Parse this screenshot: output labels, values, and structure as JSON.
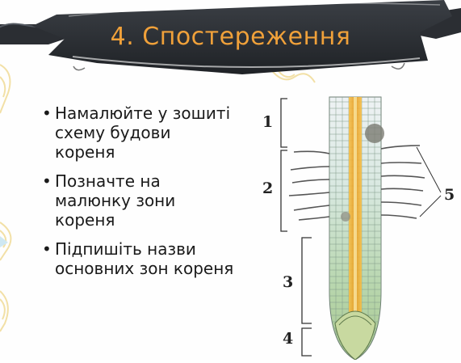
{
  "slide": {
    "title": "4. Спостереження",
    "bullets": [
      "Намалюйте у зошиті схему будови кореня",
      "Позначте на малюнку зони кореня",
      "Підпишіть назви основних зон кореня"
    ]
  },
  "figure": {
    "zone_labels": [
      "1",
      "2",
      "3",
      "4",
      "5"
    ]
  },
  "colors": {
    "title": "#f0a13a",
    "banner": "#2b2e33",
    "ornament": "#f2e0a6"
  }
}
